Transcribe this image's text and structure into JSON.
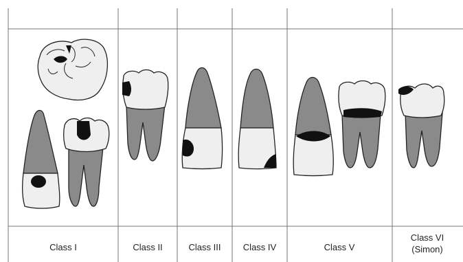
{
  "colors": {
    "crown": "#efefef",
    "root": "#8a8a8a",
    "caries": "#111111",
    "outline": "#222222",
    "grid": "#777777"
  },
  "classes": [
    {
      "label": "Class I",
      "label_line2": ""
    },
    {
      "label": "Class II",
      "label_line2": ""
    },
    {
      "label": "Class III",
      "label_line2": ""
    },
    {
      "label": "Class IV",
      "label_line2": ""
    },
    {
      "label": "Class V",
      "label_line2": ""
    },
    {
      "label": "Class VI",
      "label_line2": "(Simon)"
    }
  ]
}
